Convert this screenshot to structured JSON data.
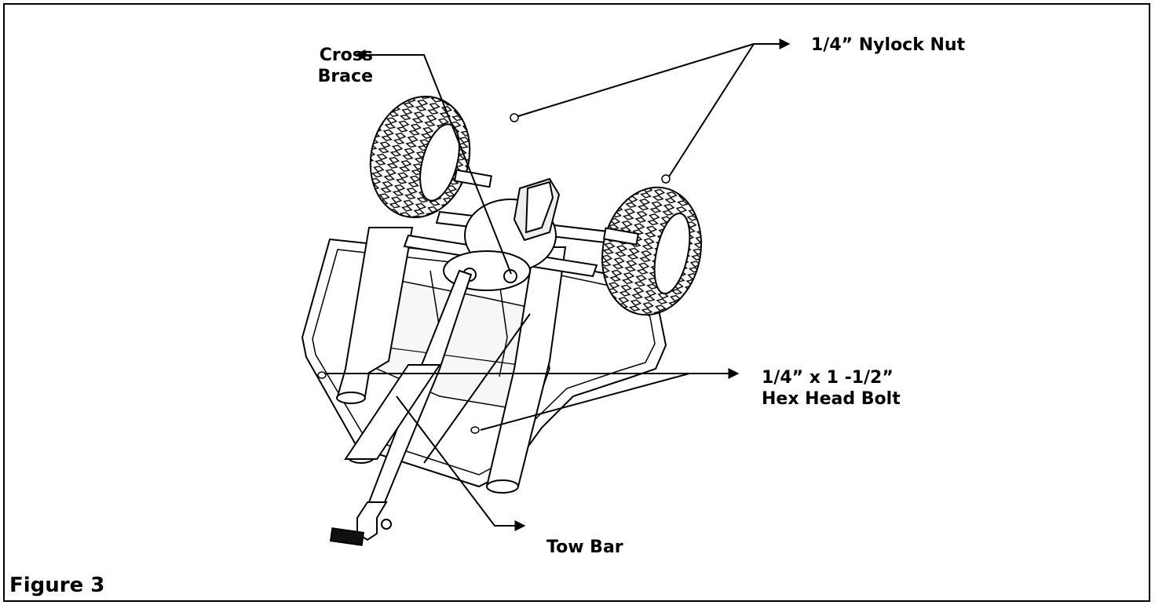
{
  "figure": {
    "caption": "Figure 3",
    "labels": {
      "cross_brace": [
        "Cross",
        "Brace"
      ],
      "nylock_nut": "1/4” Nylock Nut",
      "hex_bolt": [
        "1/4” x 1 -1/2”",
        "Hex Head Bolt"
      ],
      "tow_bar": "Tow Bar"
    }
  }
}
